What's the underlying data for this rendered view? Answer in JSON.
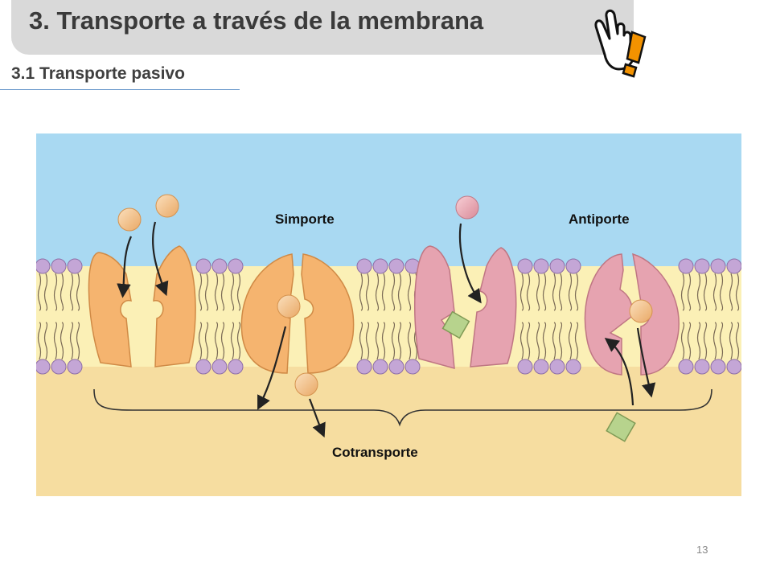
{
  "slide": {
    "title": "3. Transporte a través de la membrana",
    "subtitle": "3.1 Transporte pasivo",
    "page_number": "13"
  },
  "diagram": {
    "labels": {
      "simporte": "Simporte",
      "antiporte": "Antiporte",
      "cotransporte": "Cotransporte"
    }
  },
  "colors": {
    "outside": "#a9d9f2",
    "membrane": "#fbf0b6",
    "inside": "#f6dda0",
    "protein_orange": "#f5b46f",
    "protein_pink": "#e6a3b0",
    "molecule_circle": "#f4c48e",
    "molecule_square": "#b7d38d",
    "lipid_head": "#c4a6d6",
    "icon_orange": "#f39200"
  },
  "icons": [
    "hand-pointer-icon",
    "exclamation-icon"
  ]
}
